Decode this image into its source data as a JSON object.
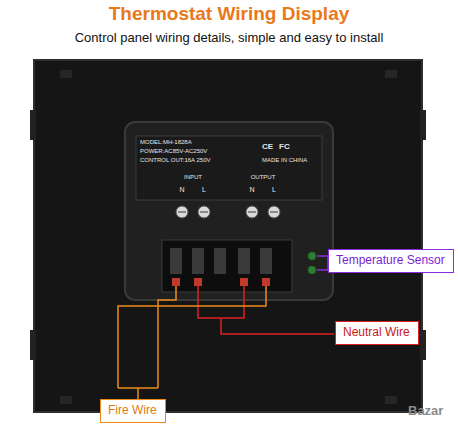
{
  "diagram": {
    "title": "Thermostat Wiring Display",
    "nodes": [
      {
        "text": [
          "Temperature Sensor"
        ]
      },
      {
        "text": [
          "Neutral Wire"
        ]
      },
      {
        "text": [
          "Fire Wire"
        ]
      }
    ],
    "labels": [
      "Control panel wiring details, simple and easy to install",
      "MODEL:MH-1828A",
      "POWER:AC85V-AC250V",
      "CONTROL OUT:16A 250V",
      "MADE IN CHINA",
      "INPUT",
      "OUTPUT",
      "N",
      "L",
      "N",
      "L",
      "CE",
      "FC",
      "Bazar"
    ]
  }
}
